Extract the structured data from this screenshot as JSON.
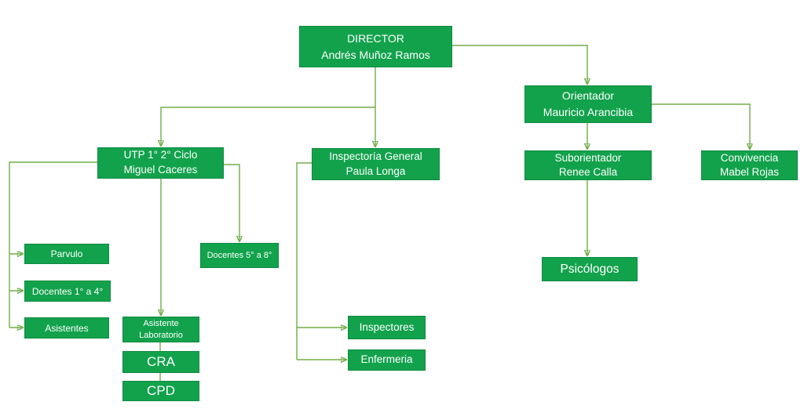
{
  "diagram": {
    "type": "org-chart",
    "colors": {
      "node_fill": "#12A24C",
      "node_border": "#0E8A41",
      "node_text": "#ffffff",
      "connector": "#70AD47",
      "arrow": "#55A63A",
      "background": "#ffffff"
    },
    "nodes": [
      {
        "id": "director",
        "lines": [
          "DIRECTOR",
          "Andrés Muñoz Ramos"
        ]
      },
      {
        "id": "orientador",
        "lines": [
          "Orientador",
          "Mauricio Arancibia"
        ]
      },
      {
        "id": "utp",
        "lines": [
          "UTP 1° 2° Ciclo",
          "Miguel Caceres"
        ]
      },
      {
        "id": "inspectoria",
        "lines": [
          "Inspectoría General",
          "Paula Longa"
        ]
      },
      {
        "id": "suborientador",
        "lines": [
          "Suborientador",
          "Renee Calla"
        ]
      },
      {
        "id": "convivencia",
        "lines": [
          "Convivencia",
          "Mabel Rojas"
        ]
      },
      {
        "id": "parvulo",
        "lines": [
          "Parvulo"
        ]
      },
      {
        "id": "docentes14",
        "lines": [
          "Docentes 1° a 4°"
        ]
      },
      {
        "id": "asistentes",
        "lines": [
          "Asistentes"
        ]
      },
      {
        "id": "docentes58",
        "lines": [
          "Docentes 5° a 8°"
        ]
      },
      {
        "id": "asistente_lab",
        "lines": [
          "Asistente",
          "Laboratorio"
        ]
      },
      {
        "id": "cra",
        "lines": [
          "CRA"
        ]
      },
      {
        "id": "cpd",
        "lines": [
          "CPD"
        ]
      },
      {
        "id": "inspectores",
        "lines": [
          "Inspectores"
        ]
      },
      {
        "id": "enfermeria",
        "lines": [
          "Enfermeria"
        ]
      },
      {
        "id": "psicologos",
        "lines": [
          "Psicólogos"
        ]
      }
    ],
    "edges": [
      {
        "from": "director",
        "to": "utp"
      },
      {
        "from": "director",
        "to": "inspectoria"
      },
      {
        "from": "director",
        "to": "orientador"
      },
      {
        "from": "orientador",
        "to": "suborientador"
      },
      {
        "from": "orientador",
        "to": "convivencia"
      },
      {
        "from": "suborientador",
        "to": "psicologos"
      },
      {
        "from": "utp",
        "to": "parvulo"
      },
      {
        "from": "utp",
        "to": "docentes14"
      },
      {
        "from": "utp",
        "to": "asistentes"
      },
      {
        "from": "utp",
        "to": "docentes58"
      },
      {
        "from": "utp",
        "to": "asistente_lab"
      },
      {
        "from": "asistente_lab",
        "to": "cra"
      },
      {
        "from": "cra",
        "to": "cpd"
      },
      {
        "from": "inspectoria",
        "to": "inspectores"
      },
      {
        "from": "inspectoria",
        "to": "enfermeria"
      }
    ]
  }
}
